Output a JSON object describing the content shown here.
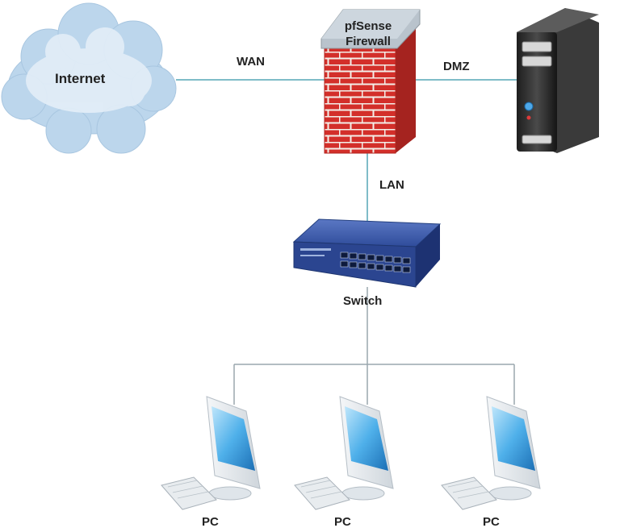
{
  "nodes": {
    "internet": "Internet",
    "firewall_line1": "pfSense",
    "firewall_line2": "Firewall",
    "switch": "Switch",
    "pc1": "PC",
    "pc2": "PC",
    "pc3": "PC"
  },
  "links": {
    "wan": "WAN",
    "dmz": "DMZ",
    "lan": "LAN"
  },
  "colors": {
    "link_line": "#7fbcc8",
    "cloud": "#c9dff0",
    "brick": "#d9302a",
    "switch_body": "#2d4a9a",
    "monitor_screen": "#3aa0e0",
    "server_body": "#2c2c2c"
  },
  "icons": {
    "internet": "cloud-icon",
    "firewall": "brick-firewall-icon",
    "dmz_server": "server-tower-icon",
    "switch": "network-switch-icon",
    "pc": "desktop-pc-icon"
  }
}
